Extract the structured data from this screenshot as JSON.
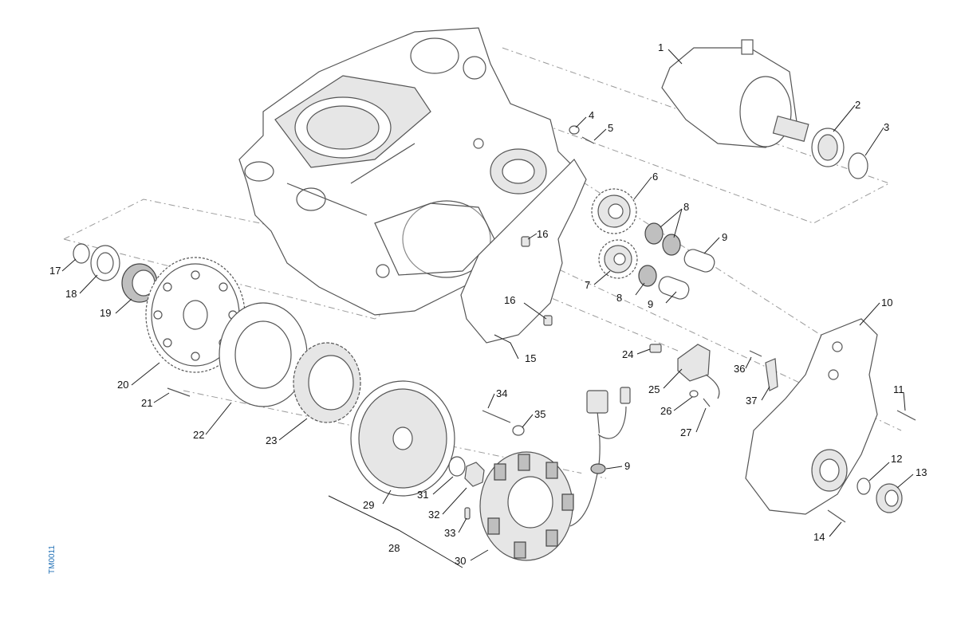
{
  "drawing": {
    "reference_code": "TM0011",
    "callouts": [
      "1",
      "2",
      "3",
      "4",
      "5",
      "6",
      "7",
      "8",
      "8",
      "9",
      "9",
      "9",
      "10",
      "11",
      "12",
      "13",
      "14",
      "15",
      "16",
      "16",
      "17",
      "18",
      "19",
      "20",
      "21",
      "22",
      "23",
      "24",
      "25",
      "26",
      "27",
      "28",
      "29",
      "30",
      "31",
      "32",
      "33",
      "34",
      "35",
      "36",
      "37"
    ]
  },
  "colors": {
    "line": "#555555",
    "reference_code": "#1f6fb5",
    "callout_text": "#111111"
  }
}
